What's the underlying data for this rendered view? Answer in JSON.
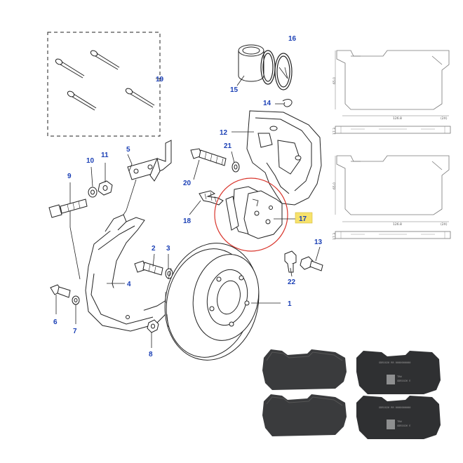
{
  "colors": {
    "callout": "#1a3fb5",
    "line": "#222222",
    "highlight_ring": "#d9352c",
    "highlight_box": "#f7e26b",
    "pad": "#3a3b3d",
    "pad_dark": "#2a2b2d",
    "drawing": "#777777"
  },
  "callouts": [
    {
      "id": "1",
      "label": "1"
    },
    {
      "id": "2",
      "label": "2"
    },
    {
      "id": "3",
      "label": "3"
    },
    {
      "id": "4",
      "label": "4"
    },
    {
      "id": "5",
      "label": "5"
    },
    {
      "id": "6",
      "label": "6"
    },
    {
      "id": "7",
      "label": "7"
    },
    {
      "id": "8",
      "label": "8"
    },
    {
      "id": "9",
      "label": "9"
    },
    {
      "id": "10",
      "label": "10"
    },
    {
      "id": "11",
      "label": "11"
    },
    {
      "id": "12",
      "label": "12"
    },
    {
      "id": "13",
      "label": "13"
    },
    {
      "id": "14",
      "label": "14"
    },
    {
      "id": "15",
      "label": "15"
    },
    {
      "id": "16",
      "label": "16"
    },
    {
      "id": "17",
      "label": "17"
    },
    {
      "id": "18",
      "label": "18"
    },
    {
      "id": "19",
      "label": "19"
    },
    {
      "id": "20",
      "label": "20"
    },
    {
      "id": "21",
      "label": "21"
    },
    {
      "id": "22",
      "label": "22"
    }
  ],
  "tech_drawing": {
    "top": {
      "width": "126.8",
      "height": "65.0",
      "qty": "(2X)",
      "thickness": "17.3"
    },
    "bottom": {
      "width": "126.8",
      "height": "65.0",
      "qty": "(2X)",
      "thickness": "17.3"
    }
  },
  "pad_prints": {
    "line1": "GDB1026 RR 0000000000",
    "line2": "TRW",
    "line3": "GDB1026 E"
  }
}
